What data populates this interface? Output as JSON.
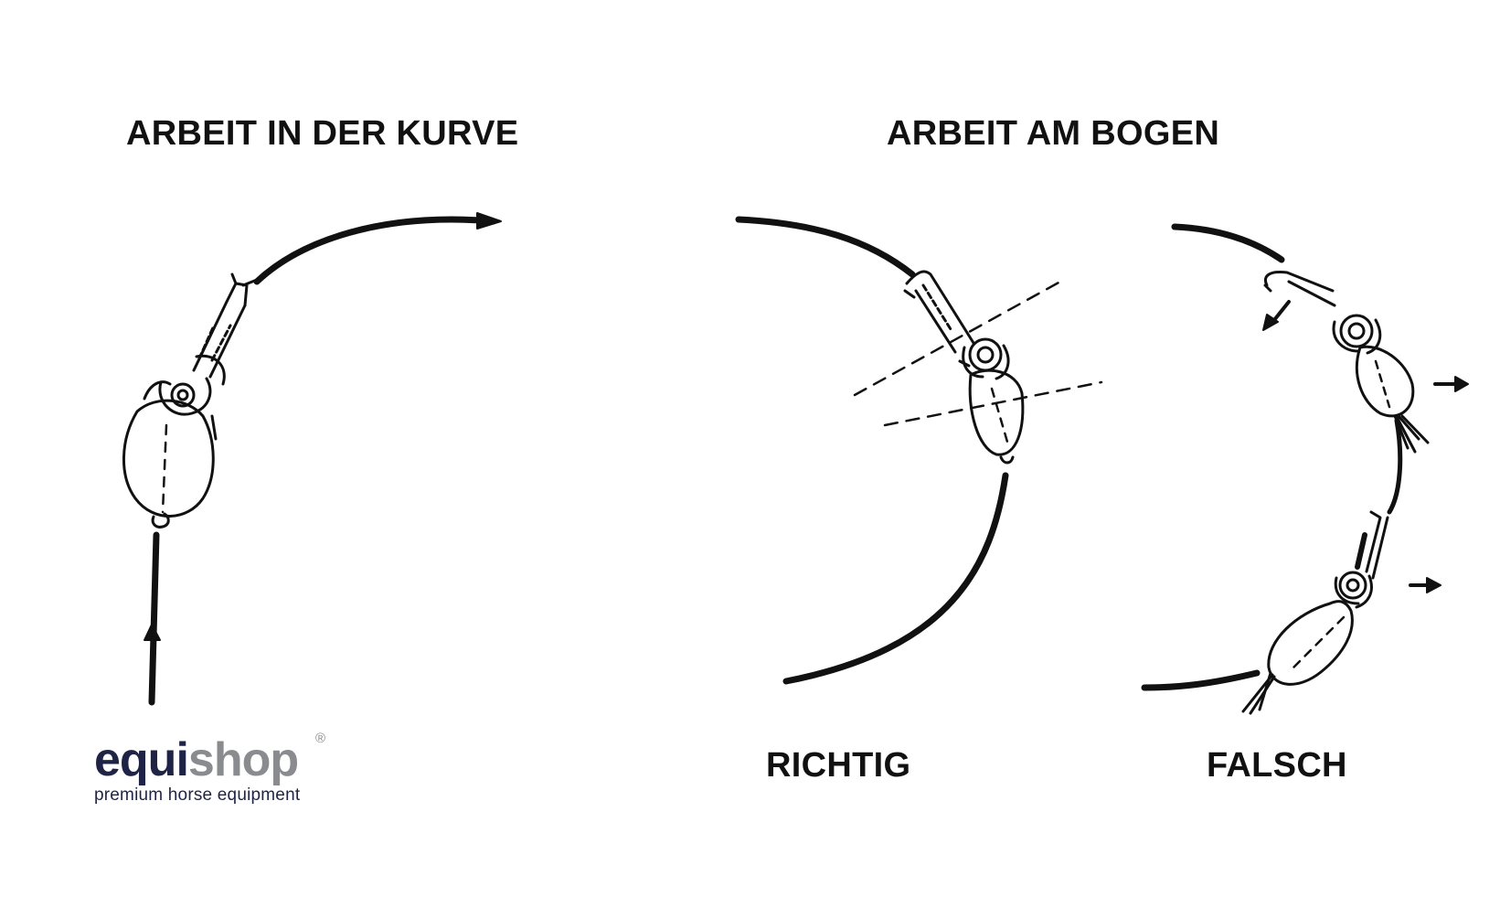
{
  "headings": {
    "left": "ARBEIT IN DER KURVE",
    "right": "ARBEIT AM BOGEN"
  },
  "labels": {
    "correct": "RICHTIG",
    "wrong": "FALSCH"
  },
  "logo": {
    "brand_part1": "equi",
    "brand_part2": "shop",
    "registered": "®",
    "tagline": "premium horse equipment"
  },
  "colors": {
    "ink": "#111111",
    "brand_dark": "#1f2447",
    "brand_grey": "#8a8b8f"
  }
}
